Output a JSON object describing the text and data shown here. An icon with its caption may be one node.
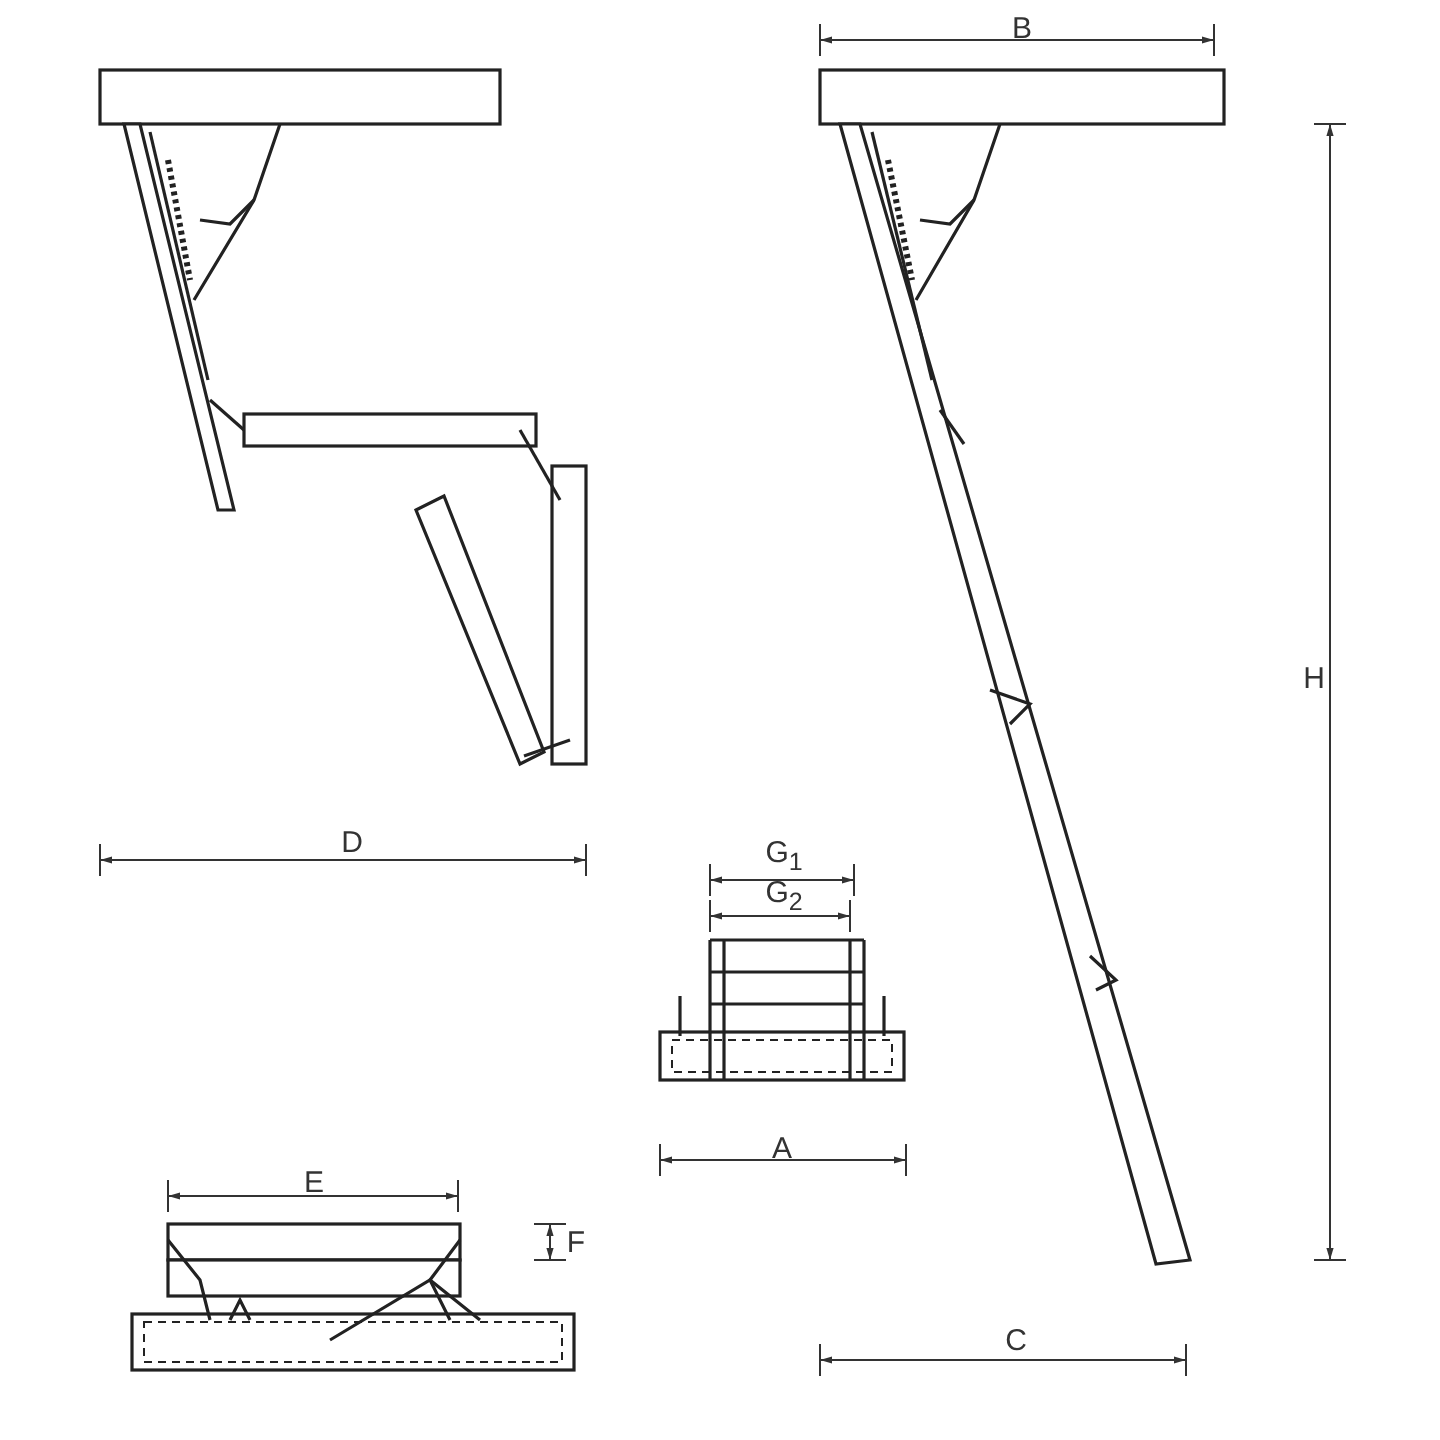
{
  "diagram": {
    "labels": [
      "B",
      "H",
      "D",
      "G$_{1}$",
      "G$_{2}$",
      "A",
      "E",
      "F",
      "C"
    ]
  }
}
